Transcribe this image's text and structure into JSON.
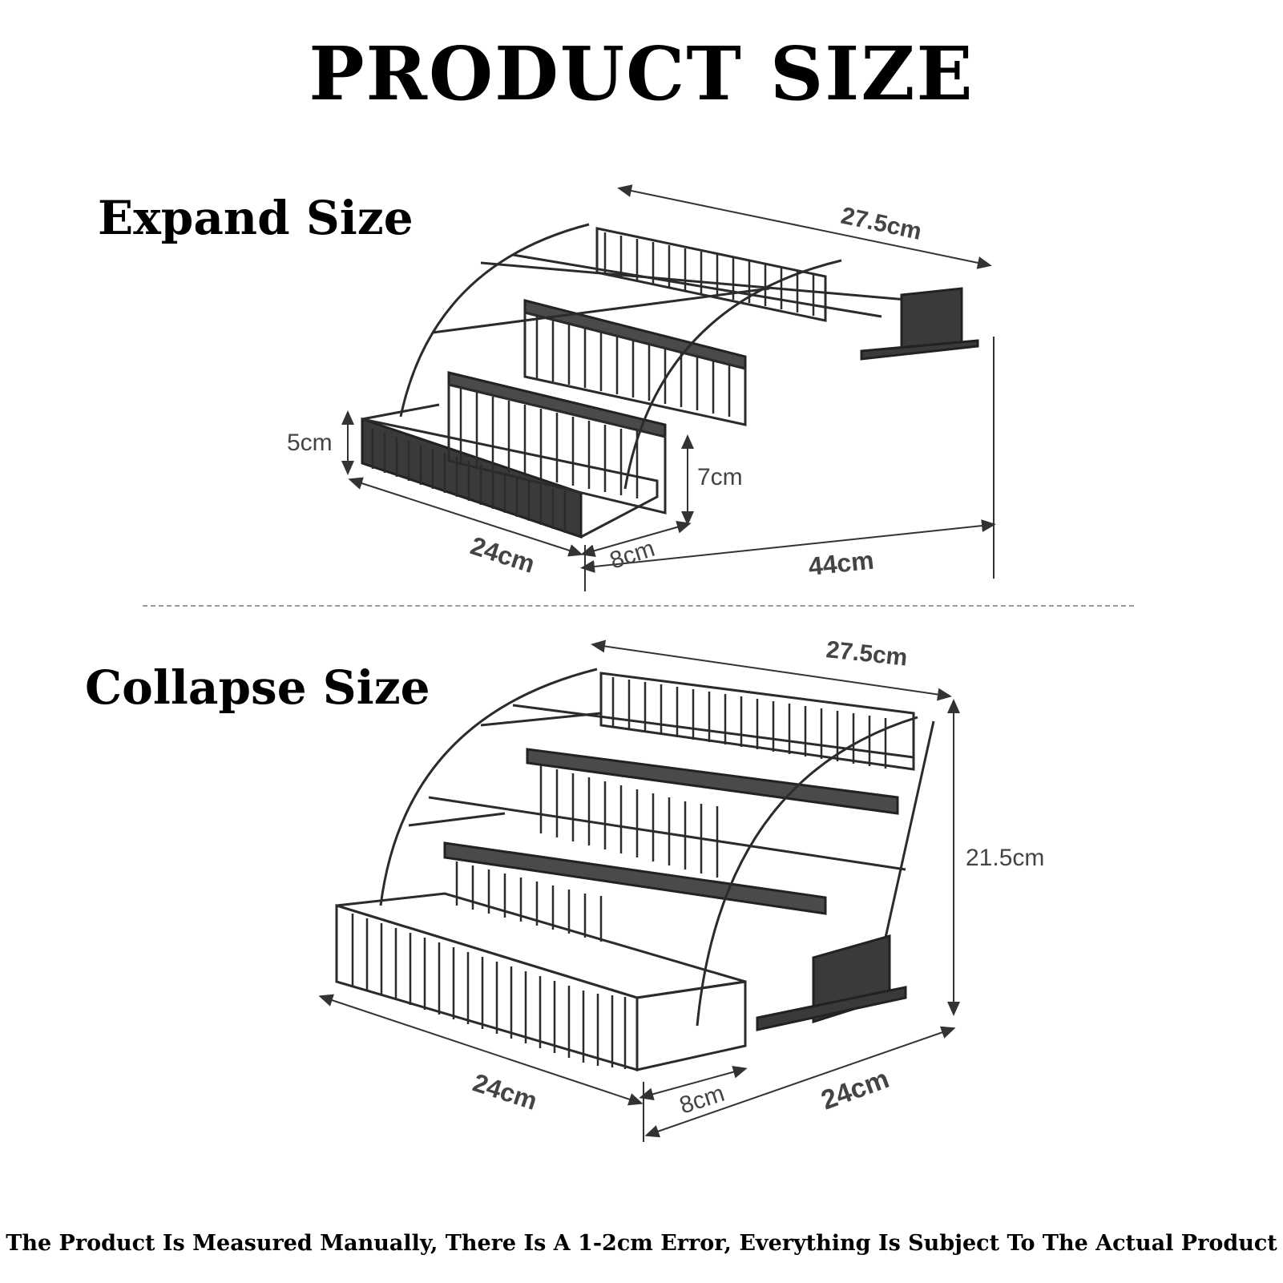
{
  "title": "PRODUCT SIZE",
  "sections": {
    "expand": {
      "label": "Expand Size",
      "dims": {
        "top_width": "27.5cm",
        "tier_height": "5cm",
        "step_height": "7cm",
        "depth": "24cm",
        "step_depth": "8cm",
        "total_depth": "44cm"
      }
    },
    "collapse": {
      "label": "Collapse Size",
      "dims": {
        "top_width": "27.5cm",
        "height": "21.5cm",
        "depth": "24cm",
        "step_depth": "8cm",
        "total_depth": "24cm"
      }
    }
  },
  "footer": "The Product Is Measured Manually, There Is A 1-2cm Error, Everything Is Subject To The Actual Product",
  "colors": {
    "text": "#000000",
    "dimension": "#444444",
    "divider": "#9a9a9a",
    "rack": "#2b2b2b"
  },
  "icons": {
    "expand_figure": "expanded-spice-rack-illustration",
    "collapse_figure": "collapsed-spice-rack-illustration"
  }
}
